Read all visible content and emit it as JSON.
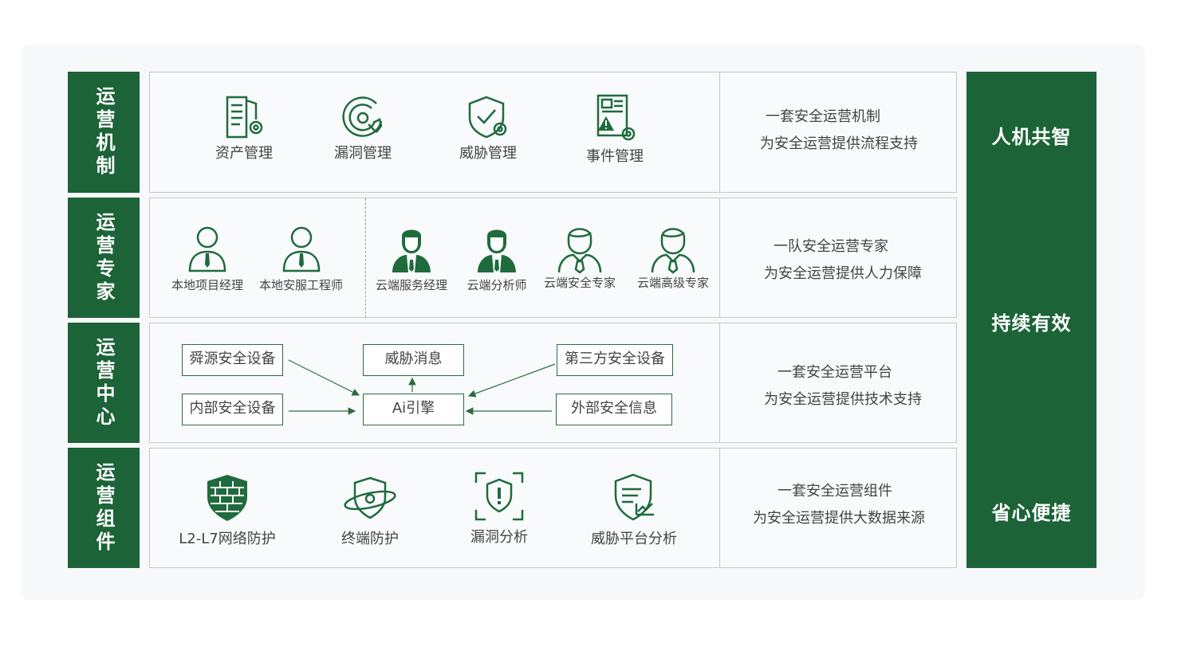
{
  "sections": [
    {
      "label": "运营机制",
      "items": [
        "资产管理",
        "漏洞管理",
        "威胁管理",
        "事件管理"
      ],
      "desc": [
        "一套安全运营机制",
        "为安全运营提供流程支持"
      ]
    },
    {
      "label": "运营专家",
      "items": [
        "本地项目经理",
        "本地安服工程师",
        "云端服务经理",
        "云端分析师",
        "云端安全专家",
        "云端高级专家"
      ],
      "desc": [
        "一队安全运营专家",
        "为安全运营提供人力保障"
      ]
    },
    {
      "label": "运营中心",
      "nodes": {
        "shunyuan": "舜源安全设备",
        "threat_msg": "威胁消息",
        "third_party": "第三方安全设备",
        "internal": "内部安全设备",
        "ai_engine": "Ai引擎",
        "external": "外部安全信息"
      },
      "desc": [
        "一套安全运营平台",
        "为安全运营提供技术支持"
      ]
    },
    {
      "label": "运营组件",
      "items": [
        "L2-L7网络防护",
        "终端防护",
        "漏洞分析",
        "威胁平台分析"
      ],
      "desc": [
        "一套安全运营组件",
        "为安全运营提供大数据来源"
      ]
    }
  ],
  "right_labels": [
    "人机共智",
    "持续有效",
    "省心便捷"
  ],
  "colors": {
    "accent": "#1c6338",
    "icon": "#1f6b3d"
  }
}
